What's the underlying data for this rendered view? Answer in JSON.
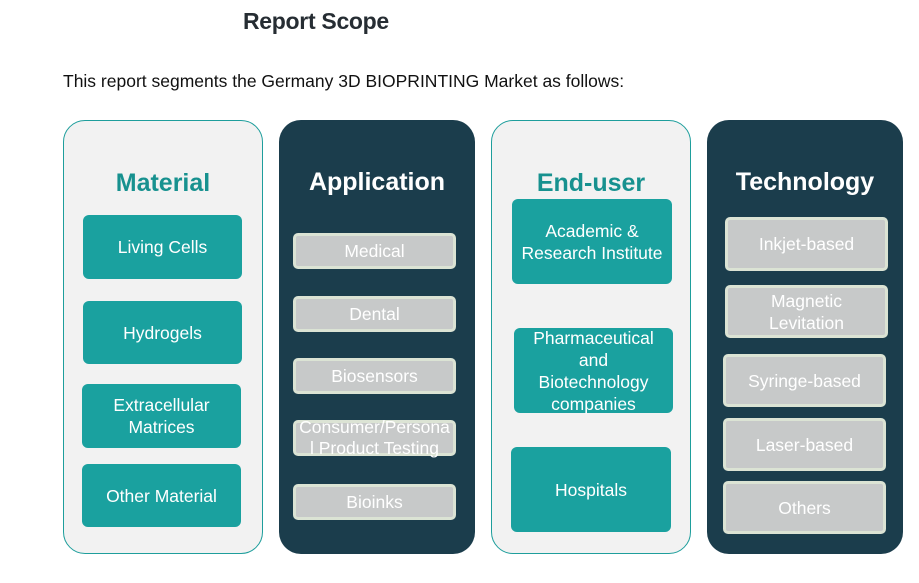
{
  "title": "Report Scope",
  "subtitle": "This report segments the Germany 3D BIOPRINTING Market as follows:",
  "colors": {
    "teal": "#1aa19f",
    "teal_heading": "#17918f",
    "dark_panel": "#1b3d4c",
    "light_panel": "#f2f2f2",
    "grey_box": "#c7c9c9"
  },
  "segments": [
    {
      "heading": "Material",
      "items": [
        "Living Cells",
        "Hydrogels",
        "Extracellular Matrices",
        "Other Material"
      ]
    },
    {
      "heading": "Application",
      "items": [
        "Medical",
        "Dental",
        "Biosensors",
        "Consumer/Personal Product Testing",
        "Bioinks"
      ]
    },
    {
      "heading": "End-user",
      "items": [
        "Academic & Research Institute",
        "Pharmaceutical and Biotechnology companies",
        "Hospitals"
      ]
    },
    {
      "heading": "Technology",
      "items": [
        "Inkjet-based",
        "Magnetic Levitation",
        "Syringe-based",
        "Laser-based",
        "Others"
      ]
    }
  ]
}
